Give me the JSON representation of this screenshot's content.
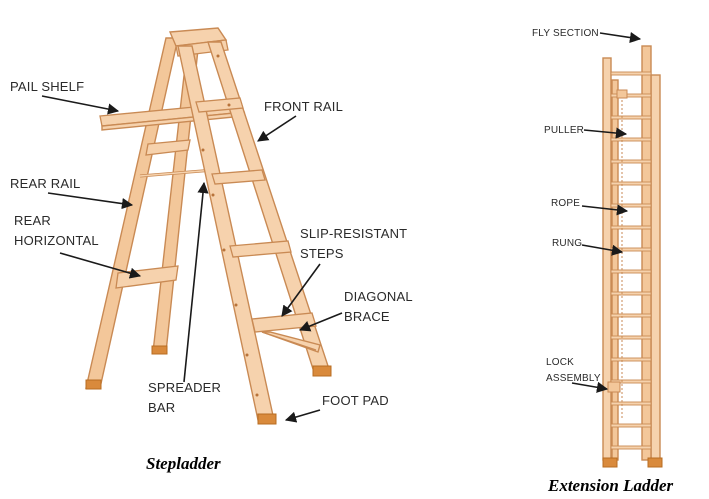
{
  "stepladder": {
    "caption": "Stepladder",
    "labels": {
      "pail_shelf": "PAIL SHELF",
      "front_rail": "FRONT RAIL",
      "rear_rail": "REAR RAIL",
      "rear_horizontal_1": "REAR",
      "rear_horizontal_2": "HORIZONTAL",
      "slip_resistant_1": "SLIP-RESISTANT",
      "slip_resistant_2": "STEPS",
      "diagonal_brace_1": "DIAGONAL",
      "diagonal_brace_2": "BRACE",
      "spreader_bar_1": "SPREADER",
      "spreader_bar_2": "BAR",
      "foot_pad": "FOOT PAD"
    }
  },
  "extension_ladder": {
    "caption": "Extension Ladder",
    "labels": {
      "fly_section": "FLY SECTION",
      "puller": "PULLER",
      "rope": "ROPE",
      "rung": "RUNG",
      "lock_assembly_1": "LOCK",
      "lock_assembly_2": "ASSEMBLY"
    }
  },
  "colors": {
    "wood_fill": "#f6d2ad",
    "wood_stroke": "#c98a54",
    "foot_pad": "#d98a3c",
    "label_text": "#2a2a2a",
    "arrow": "#1a1a1a"
  }
}
